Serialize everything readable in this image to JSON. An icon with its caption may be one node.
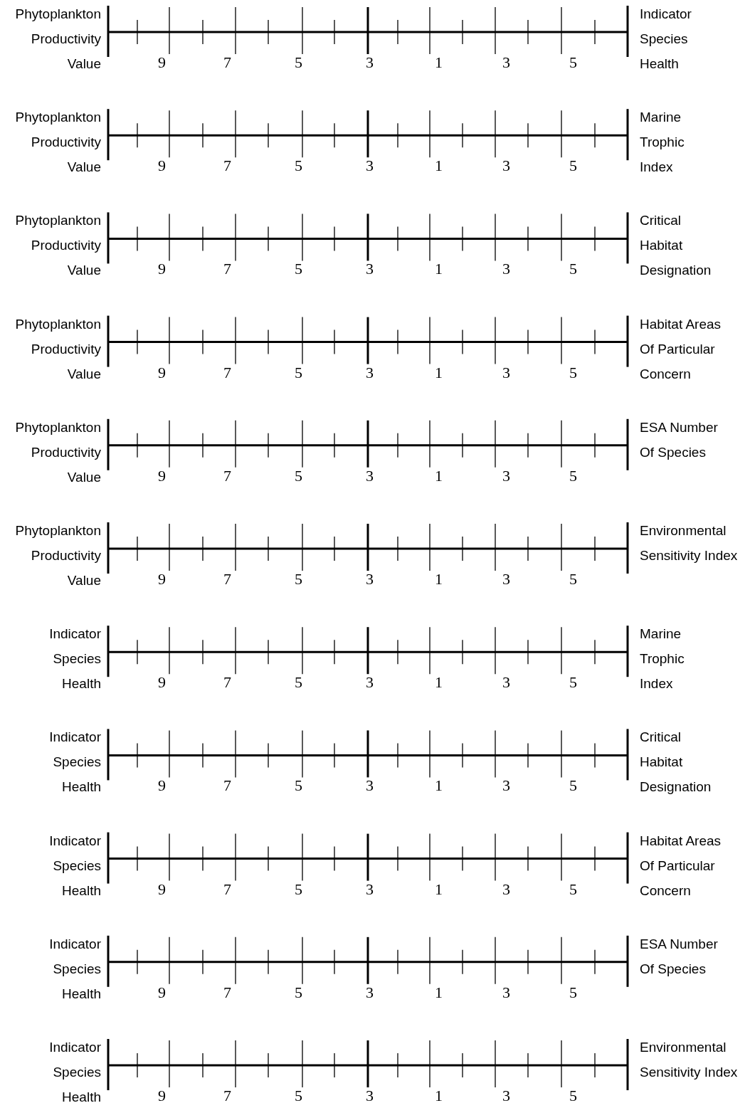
{
  "diagram": {
    "labels": [
      "Phytoplankton Productivity Value",
      "Indicator Species Health",
      "9",
      "7",
      "5",
      "3",
      "1",
      "3",
      "5",
      "Phytoplankton Productivity Value",
      "Marine Trophic Index",
      "9",
      "7",
      "5",
      "3",
      "1",
      "3",
      "5",
      "Phytoplankton Productivity Value",
      "Critical Habitat Designation",
      "9",
      "7",
      "5",
      "3",
      "1",
      "3",
      "5",
      "Phytoplankton Productivity Value",
      "Habitat Areas Of Particular Concern",
      "9",
      "7",
      "5",
      "3",
      "1",
      "3",
      "5",
      "Phytoplankton Productivity Value",
      "ESA Number Of Species",
      "9",
      "7",
      "5",
      "3",
      "1",
      "3",
      "5",
      "Phytoplankton Productivity Value",
      "Environmental Sensitivity Index",
      "9",
      "7",
      "5",
      "3",
      "1",
      "3",
      "5",
      "Indicator Species Health",
      "Marine Trophic Index",
      "9",
      "7",
      "5",
      "3",
      "1",
      "3",
      "5",
      "Indicator Species Health",
      "Critical Habitat Designation",
      "9",
      "7",
      "5",
      "3",
      "1",
      "3",
      "5",
      "Indicator Species Health",
      "Habitat Areas Of Particular Concern",
      "9",
      "7",
      "5",
      "3",
      "1",
      "3",
      "5",
      "Indicator Species Health",
      "ESA Number Of Species",
      "9",
      "7",
      "5",
      "3",
      "1",
      "3",
      "5",
      "Indicator Species Health",
      "Environmental Sensitivity Index",
      "9",
      "7",
      "5",
      "3",
      "1",
      "3",
      "5"
    ]
  }
}
